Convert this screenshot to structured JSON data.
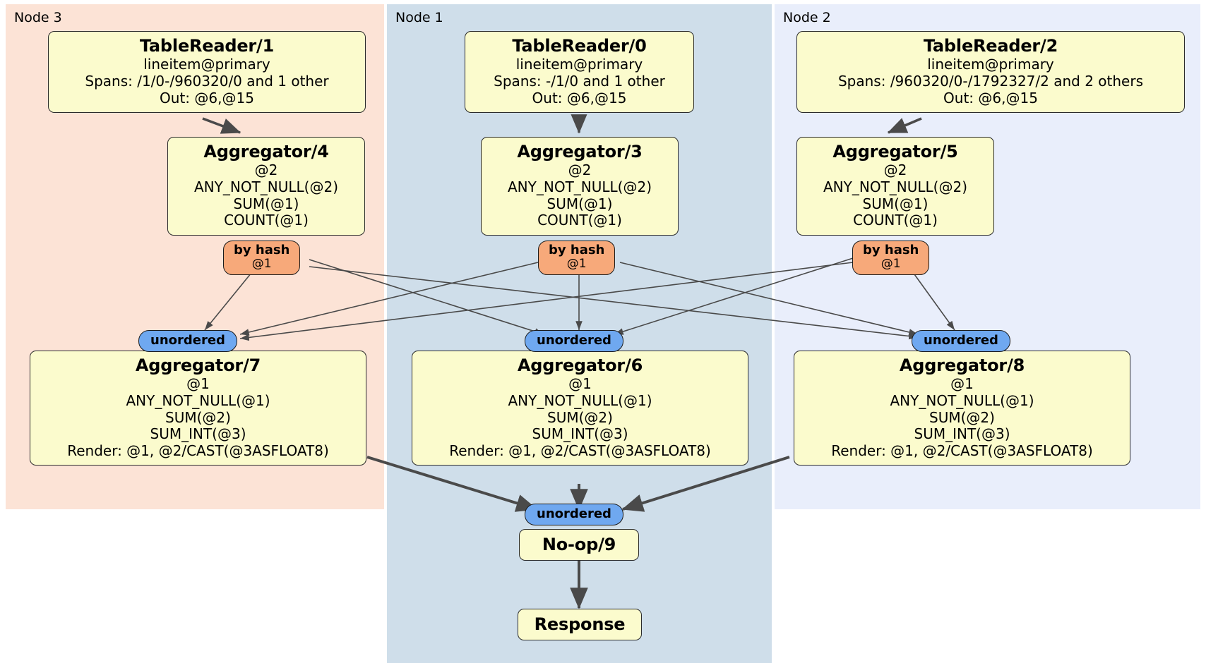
{
  "diagram": {
    "type": "distributed-query-plan",
    "colors": {
      "node3_panel": "#fce3d6",
      "node1_panel": "#cfdeea",
      "node2_panel": "#e9eefb",
      "processor_box": "#fbfbcd",
      "hash_router": "#f7a97a",
      "unordered_router": "#6fa8f0",
      "edge": "#4a4a4a"
    }
  },
  "panels": {
    "node3": {
      "label": "Node 3"
    },
    "node1": {
      "label": "Node 1"
    },
    "node2": {
      "label": "Node 2"
    }
  },
  "processors": {
    "tablereader_1": {
      "title": "TableReader/1",
      "lines": [
        "lineitem@primary",
        "Spans: /1/0-/960320/0 and 1 other",
        "Out: @6,@15"
      ]
    },
    "tablereader_0": {
      "title": "TableReader/0",
      "lines": [
        "lineitem@primary",
        "Spans: -/1/0 and 1 other",
        "Out: @6,@15"
      ]
    },
    "tablereader_2": {
      "title": "TableReader/2",
      "lines": [
        "lineitem@primary",
        "Spans: /960320/0-/1792327/2 and 2 others",
        "Out: @6,@15"
      ]
    },
    "aggregator_4": {
      "title": "Aggregator/4",
      "lines": [
        "@2",
        "ANY_NOT_NULL(@2)",
        "SUM(@1)",
        "COUNT(@1)"
      ]
    },
    "aggregator_3": {
      "title": "Aggregator/3",
      "lines": [
        "@2",
        "ANY_NOT_NULL(@2)",
        "SUM(@1)",
        "COUNT(@1)"
      ]
    },
    "aggregator_5": {
      "title": "Aggregator/5",
      "lines": [
        "@2",
        "ANY_NOT_NULL(@2)",
        "SUM(@1)",
        "COUNT(@1)"
      ]
    },
    "aggregator_7": {
      "title": "Aggregator/7",
      "lines": [
        "@1",
        "ANY_NOT_NULL(@1)",
        "SUM(@2)",
        "SUM_INT(@3)",
        "Render: @1, @2/CAST(@3ASFLOAT8)"
      ]
    },
    "aggregator_6": {
      "title": "Aggregator/6",
      "lines": [
        "@1",
        "ANY_NOT_NULL(@1)",
        "SUM(@2)",
        "SUM_INT(@3)",
        "Render: @1, @2/CAST(@3ASFLOAT8)"
      ]
    },
    "aggregator_8": {
      "title": "Aggregator/8",
      "lines": [
        "@1",
        "ANY_NOT_NULL(@1)",
        "SUM(@2)",
        "SUM_INT(@3)",
        "Render: @1, @2/CAST(@3ASFLOAT8)"
      ]
    },
    "noop_9": {
      "title": "No-op/9",
      "lines": []
    },
    "response": {
      "title": "Response",
      "lines": []
    }
  },
  "routers": {
    "hash_left": {
      "label": "by hash",
      "sub": "@1"
    },
    "hash_mid": {
      "label": "by hash",
      "sub": "@1"
    },
    "hash_right": {
      "label": "by hash",
      "sub": "@1"
    },
    "unordered_left": {
      "label": "unordered"
    },
    "unordered_mid": {
      "label": "unordered"
    },
    "unordered_right": {
      "label": "unordered"
    },
    "unordered_final": {
      "label": "unordered"
    }
  }
}
